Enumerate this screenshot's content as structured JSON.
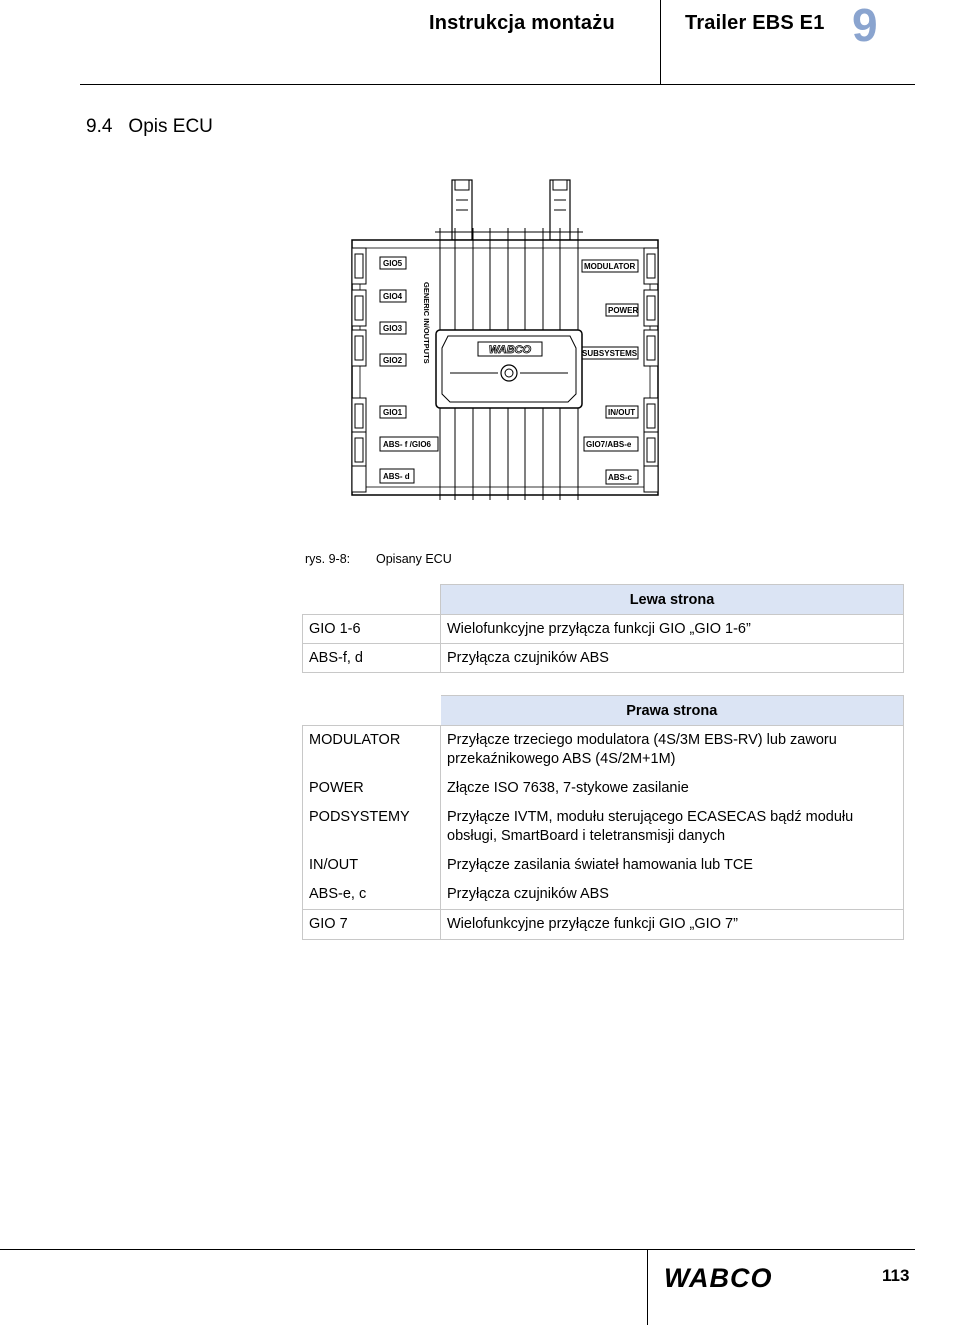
{
  "header": {
    "left_title": "Instrukcja montażu",
    "right_title": "Trailer EBS E1",
    "chapter_number": "9"
  },
  "section": {
    "number": "9.4",
    "title": "Opis ECU"
  },
  "figure": {
    "left_labels": [
      "GIO5",
      "GIO4",
      "GIO3",
      "GIO2",
      "GIO1",
      "ABS- f /GIO6",
      "ABS- d"
    ],
    "right_labels": [
      "MODULATOR",
      "POWER",
      "SUBSYSTEMS",
      "IN/OUT",
      "GIO7/ABS-e",
      "ABS-c"
    ],
    "vertical_label": "GENERIC IN/OUTPUTS",
    "logo_text": "WABCO",
    "caption_number": "rys. 9-8:",
    "caption_text": "Opisany ECU"
  },
  "left_table": {
    "header": "Lewa strona",
    "rows": [
      {
        "name": "GIO 1-6",
        "desc": "Wielofunkcyjne przyłącza funkcji GIO „GIO 1-6”"
      },
      {
        "name": "ABS-f, d",
        "desc": "Przyłącza czujników ABS"
      }
    ]
  },
  "right_table": {
    "header": "Prawa strona",
    "rows": [
      {
        "name": "MODULATOR",
        "desc": "Przyłącze trzeciego modulatora (4S/3M EBS-RV) lub zaworu przekaźnikowego ABS (4S/2M+1M)"
      },
      {
        "name": "POWER",
        "desc": "Złącze ISO 7638, 7-stykowe zasilanie"
      },
      {
        "name": "PODSYSTEMY",
        "desc": "Przyłącze IVTM, modułu sterującego ECASECAS bądź modułu obsługi, SmartBoard i teletransmisji danych"
      },
      {
        "name": "IN/OUT",
        "desc": "Przyłącze zasilania świateł hamowania lub TCE"
      },
      {
        "name": "ABS-e, c",
        "desc": "Przyłącza czujników ABS"
      },
      {
        "name": "GIO 7",
        "desc": "Wielofunkcyjne przyłącze funkcji GIO „GIO 7”"
      }
    ]
  },
  "footer": {
    "logo": "WABCO",
    "page_number": "113"
  },
  "colors": {
    "table_header_bg": "#dbe4f4",
    "chapter_number": "#8aa4cf"
  }
}
